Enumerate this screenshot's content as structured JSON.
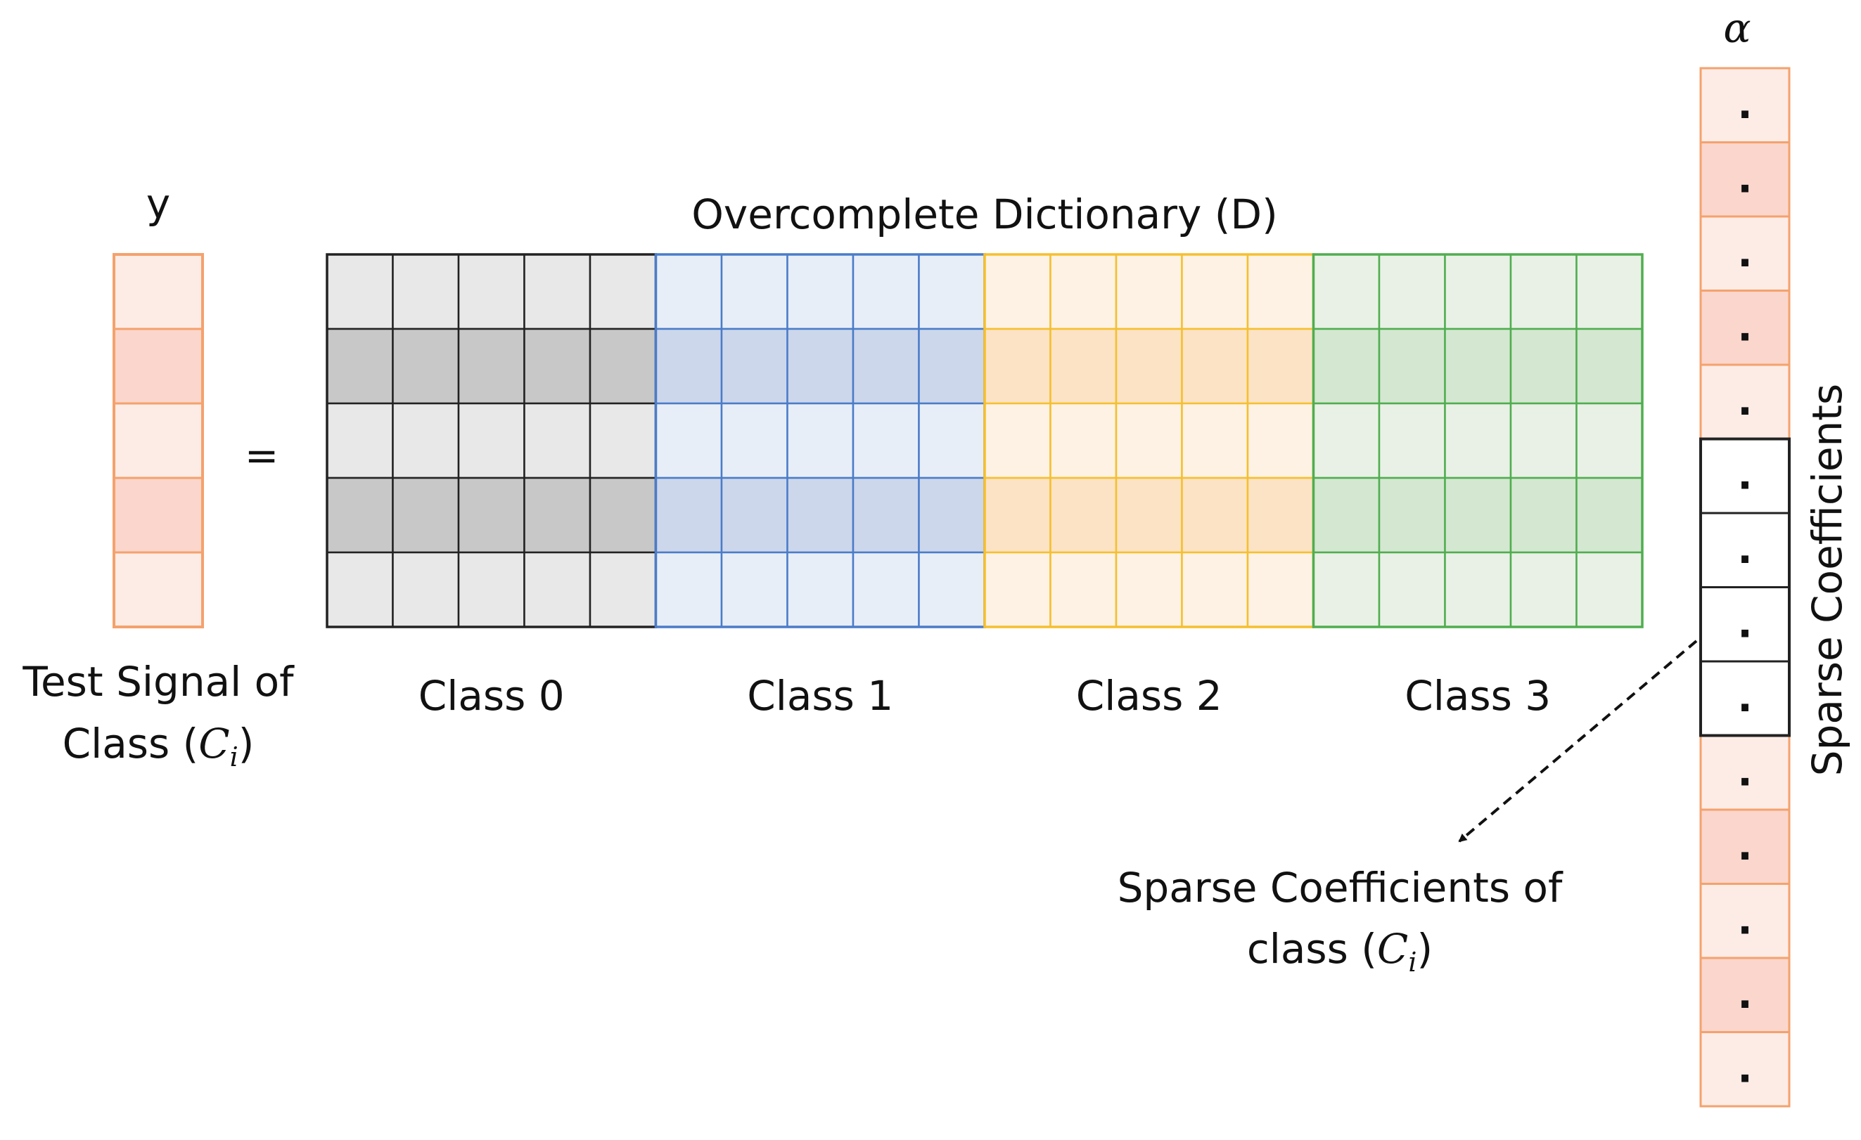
{
  "y_vector": {
    "label": "y",
    "caption_line1": "Test Signal of",
    "caption_line2_prefix": "Class (",
    "caption_symbol": "C",
    "caption_subscript": "i",
    "caption_suffix": ")",
    "border_color": "#f4a26d",
    "fills": [
      "#fdece6",
      "#fbd6cc",
      "#fdece6",
      "#fbd6cc",
      "#fdece6"
    ]
  },
  "equals_sign": "=",
  "dictionary": {
    "title": "Overcomplete Dictionary (D)",
    "rows": 5,
    "atoms_per_class": 5,
    "classes": [
      {
        "label": "Class 0",
        "border": "#222222",
        "light": "#e8e8e8",
        "dark": "#c8c8c8"
      },
      {
        "label": "Class 1",
        "border": "#4a7cc9",
        "light": "#e8eef8",
        "dark": "#cdd7eb"
      },
      {
        "label": "Class 2",
        "border": "#f5bf2e",
        "light": "#fdf2e4",
        "dark": "#fce3c5"
      },
      {
        "label": "Class 3",
        "border": "#4fae4f",
        "light": "#e9f1e6",
        "dark": "#d4e7d1"
      }
    ]
  },
  "alpha_vector": {
    "label": "α",
    "side_label": "Sparse Coefficients",
    "cell_text": ".",
    "orange_border": "#f4a26d",
    "class_border": "#222222",
    "cells": [
      {
        "fill": "#fdece6",
        "group": "other"
      },
      {
        "fill": "#fbd6cc",
        "group": "other"
      },
      {
        "fill": "#fdece6",
        "group": "other"
      },
      {
        "fill": "#fbd6cc",
        "group": "other"
      },
      {
        "fill": "#fdece6",
        "group": "other"
      },
      {
        "fill": "#ffffff",
        "group": "class"
      },
      {
        "fill": "#ffffff",
        "group": "class"
      },
      {
        "fill": "#ffffff",
        "group": "class"
      },
      {
        "fill": "#ffffff",
        "group": "class"
      },
      {
        "fill": "#fdece6",
        "group": "other"
      },
      {
        "fill": "#fbd6cc",
        "group": "other"
      },
      {
        "fill": "#fdece6",
        "group": "other"
      },
      {
        "fill": "#fbd6cc",
        "group": "other"
      },
      {
        "fill": "#fdece6",
        "group": "other"
      }
    ]
  },
  "class_coefficients_caption": {
    "line1": "Sparse Coefficients of",
    "line2_prefix": "class (",
    "symbol": "C",
    "subscript": "i",
    "suffix": ")"
  }
}
